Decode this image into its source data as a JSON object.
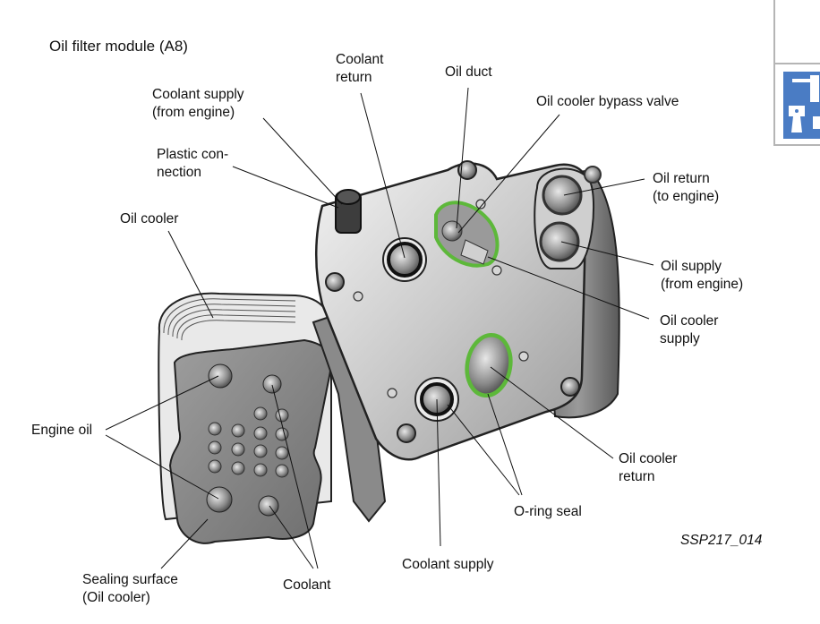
{
  "title": "Oil filter module (A8)",
  "reference_code": "SSP217_014",
  "colors": {
    "o_ring": "#5db83a",
    "housing_light": "#dcdcdc",
    "housing_dark": "#8a8a8a",
    "cooler_plate": "#8c8c8c",
    "side_icon": "#4a7cc4",
    "tab_border": "#b5b5b5"
  },
  "side_tab": {
    "icon": "engine-piston-icon"
  },
  "labels": {
    "coolant_return": [
      "Coolant",
      "return"
    ],
    "oil_duct": [
      "Oil duct"
    ],
    "coolant_supply_from_engine": [
      "Coolant supply",
      "(from engine)"
    ],
    "oil_cooler_bypass_valve": [
      "Oil cooler bypass valve"
    ],
    "plastic_connection": [
      "Plastic con-",
      "nection"
    ],
    "oil_return_to_engine": [
      "Oil return",
      "(to engine)"
    ],
    "oil_cooler": [
      "Oil cooler"
    ],
    "oil_supply_from_engine": [
      "Oil supply",
      "(from engine)"
    ],
    "oil_cooler_supply": [
      "Oil cooler",
      "supply"
    ],
    "engine_oil": [
      "Engine oil"
    ],
    "oil_cooler_return": [
      "Oil cooler",
      "return"
    ],
    "o_ring_seal": [
      "O-ring seal"
    ],
    "coolant_supply": [
      "Coolant supply"
    ],
    "sealing_surface": [
      "Sealing surface",
      "(Oil cooler)"
    ],
    "coolant": [
      "Coolant"
    ]
  }
}
